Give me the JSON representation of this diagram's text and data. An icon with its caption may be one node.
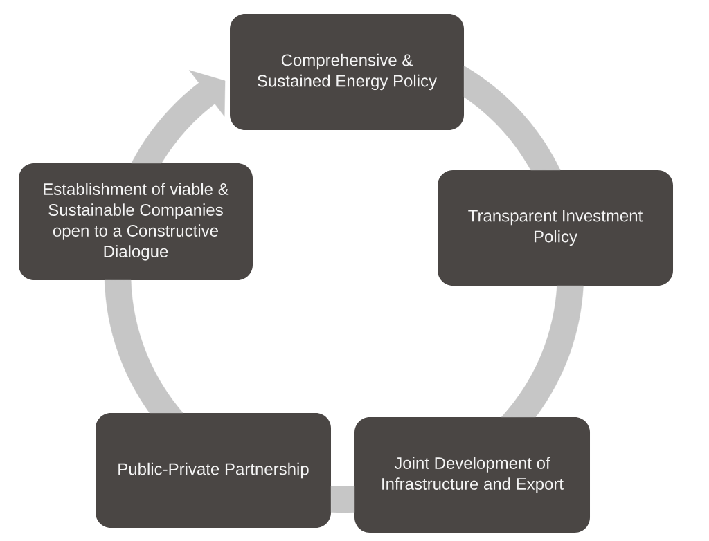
{
  "diagram": {
    "nodes": [
      {
        "text": [
          "Comprehensive & Sustained Energy Policy"
        ]
      },
      {
        "text": [
          "Transparent Investment Policy"
        ]
      },
      {
        "text": [
          "Joint Development of Infrastructure and Export"
        ]
      },
      {
        "text": [
          "Public-Private Partnership"
        ]
      },
      {
        "text": [
          "Establishment of viable & Sustainable Companies open to a Constructive Dialogue"
        ]
      }
    ],
    "edges": [
      {
        "from": 0,
        "to": 1,
        "arrow": "none"
      },
      {
        "from": 1,
        "to": 2,
        "arrow": "none"
      },
      {
        "from": 2,
        "to": 3,
        "arrow": "none"
      },
      {
        "from": 3,
        "to": 4,
        "arrow": "none"
      },
      {
        "from": 4,
        "to": 0,
        "arrow": "to"
      }
    ]
  }
}
